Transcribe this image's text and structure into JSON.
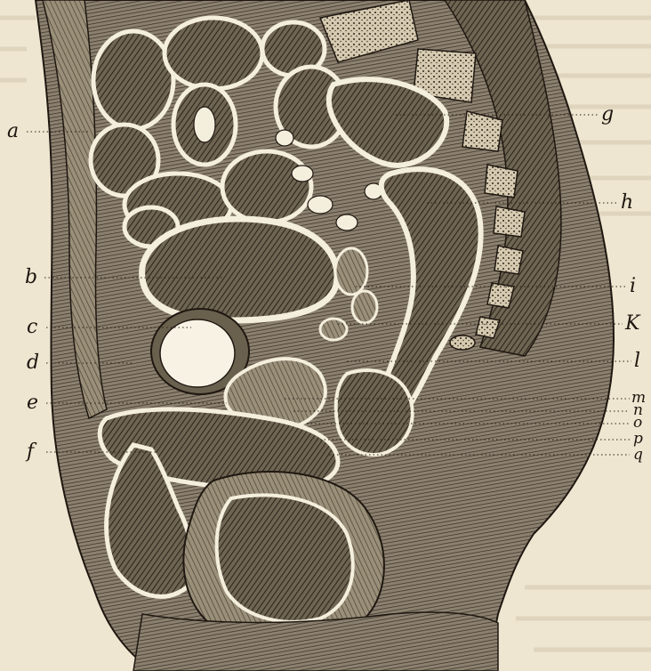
{
  "figure": {
    "labels": {
      "a": "a",
      "b": "b",
      "c": "c",
      "d": "d",
      "e": "e",
      "f": "f",
      "g": "g",
      "h": "h",
      "i": "i",
      "k": "K",
      "l": "l",
      "m": "m",
      "n": "n",
      "o": "o",
      "p": "p",
      "q": "q"
    }
  },
  "colors": {
    "paper": "#efe6d1",
    "ink": "#2a2118",
    "tissue_dark": "#5e5446",
    "tissue_mid": "#8a7f6c",
    "tissue_light": "#b3a88f",
    "bone": "#d9cfb8",
    "cavity": "#f7f2e4"
  }
}
